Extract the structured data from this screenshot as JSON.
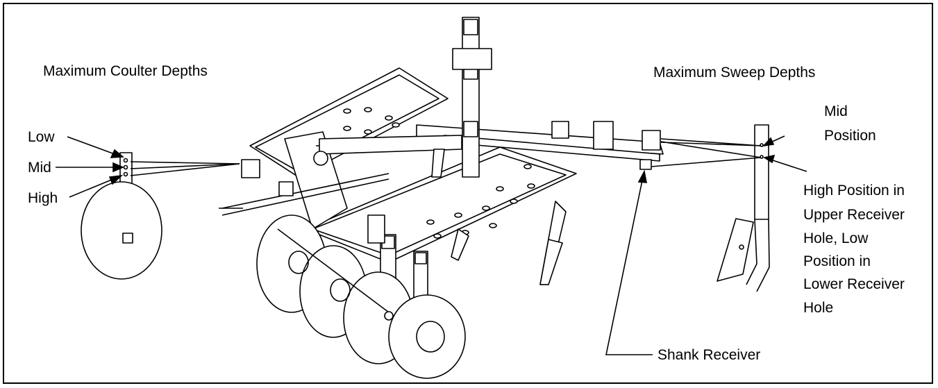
{
  "titles": {
    "coulter": "Maximum Coulter Depths",
    "sweep": "Maximum Sweep Depths"
  },
  "coulter_labels": {
    "low": "Low",
    "mid": "Mid",
    "high": "High"
  },
  "sweep_labels": {
    "mid_line1": "Mid",
    "mid_line2": "Position",
    "high_low_lines": [
      "High Position in",
      "Upper Receiver",
      "Hole, Low",
      "Position in",
      "Lower Receiver",
      "Hole"
    ],
    "shank_receiver": "Shank Receiver"
  }
}
